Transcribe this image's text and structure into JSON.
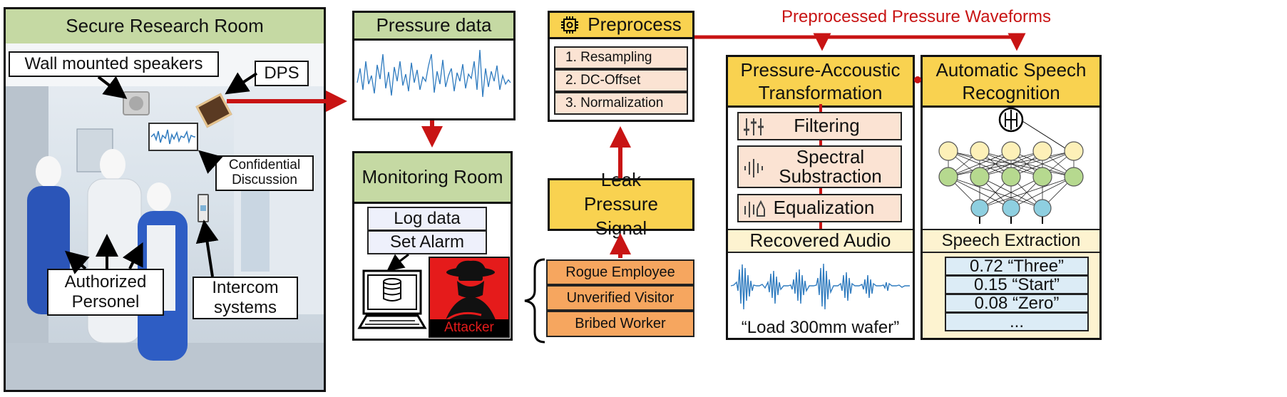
{
  "secure_room": {
    "title": "Secure Research Room",
    "labels": {
      "speakers": "Wall mounted speakers",
      "dps": "DPS",
      "discussion": "Confidential Discussion",
      "personnel": "Authorized Personel",
      "intercom": "Intercom systems"
    }
  },
  "pressure_data": {
    "title": "Pressure data"
  },
  "monitoring": {
    "title": "Monitoring Room",
    "log": "Log data",
    "alarm": "Set Alarm",
    "attacker": "Attacker"
  },
  "preprocess": {
    "title": "Preprocess",
    "steps": [
      "1. Resampling",
      "2. DC-Offset",
      "3. Normalization"
    ]
  },
  "leak": {
    "title": "Leak Pressure Signal"
  },
  "threats": [
    "Rogue Employee",
    "Unverified Visitor",
    "Bribed Worker"
  ],
  "waveforms_label": "Preprocessed Pressure Waveforms",
  "transformation": {
    "title": "Pressure-Accoustic Transformation",
    "steps": [
      "Filtering",
      "Spectral Substraction",
      "Equalization"
    ],
    "recovered": "Recovered Audio",
    "transcript": "“Load 300mm wafer”"
  },
  "asr": {
    "title": "Automatic Speech Recognition",
    "extraction": "Speech Extraction",
    "results": [
      "0.72 “Three”",
      "0.15 “Start”",
      "0.08 “Zero”",
      "..."
    ]
  },
  "colors": {
    "arrow": "#c81414",
    "green_header": "#c5d9a3",
    "yellow_header": "#f9d250",
    "orange": "#f6a65f",
    "signal": "#2f7bbf"
  }
}
